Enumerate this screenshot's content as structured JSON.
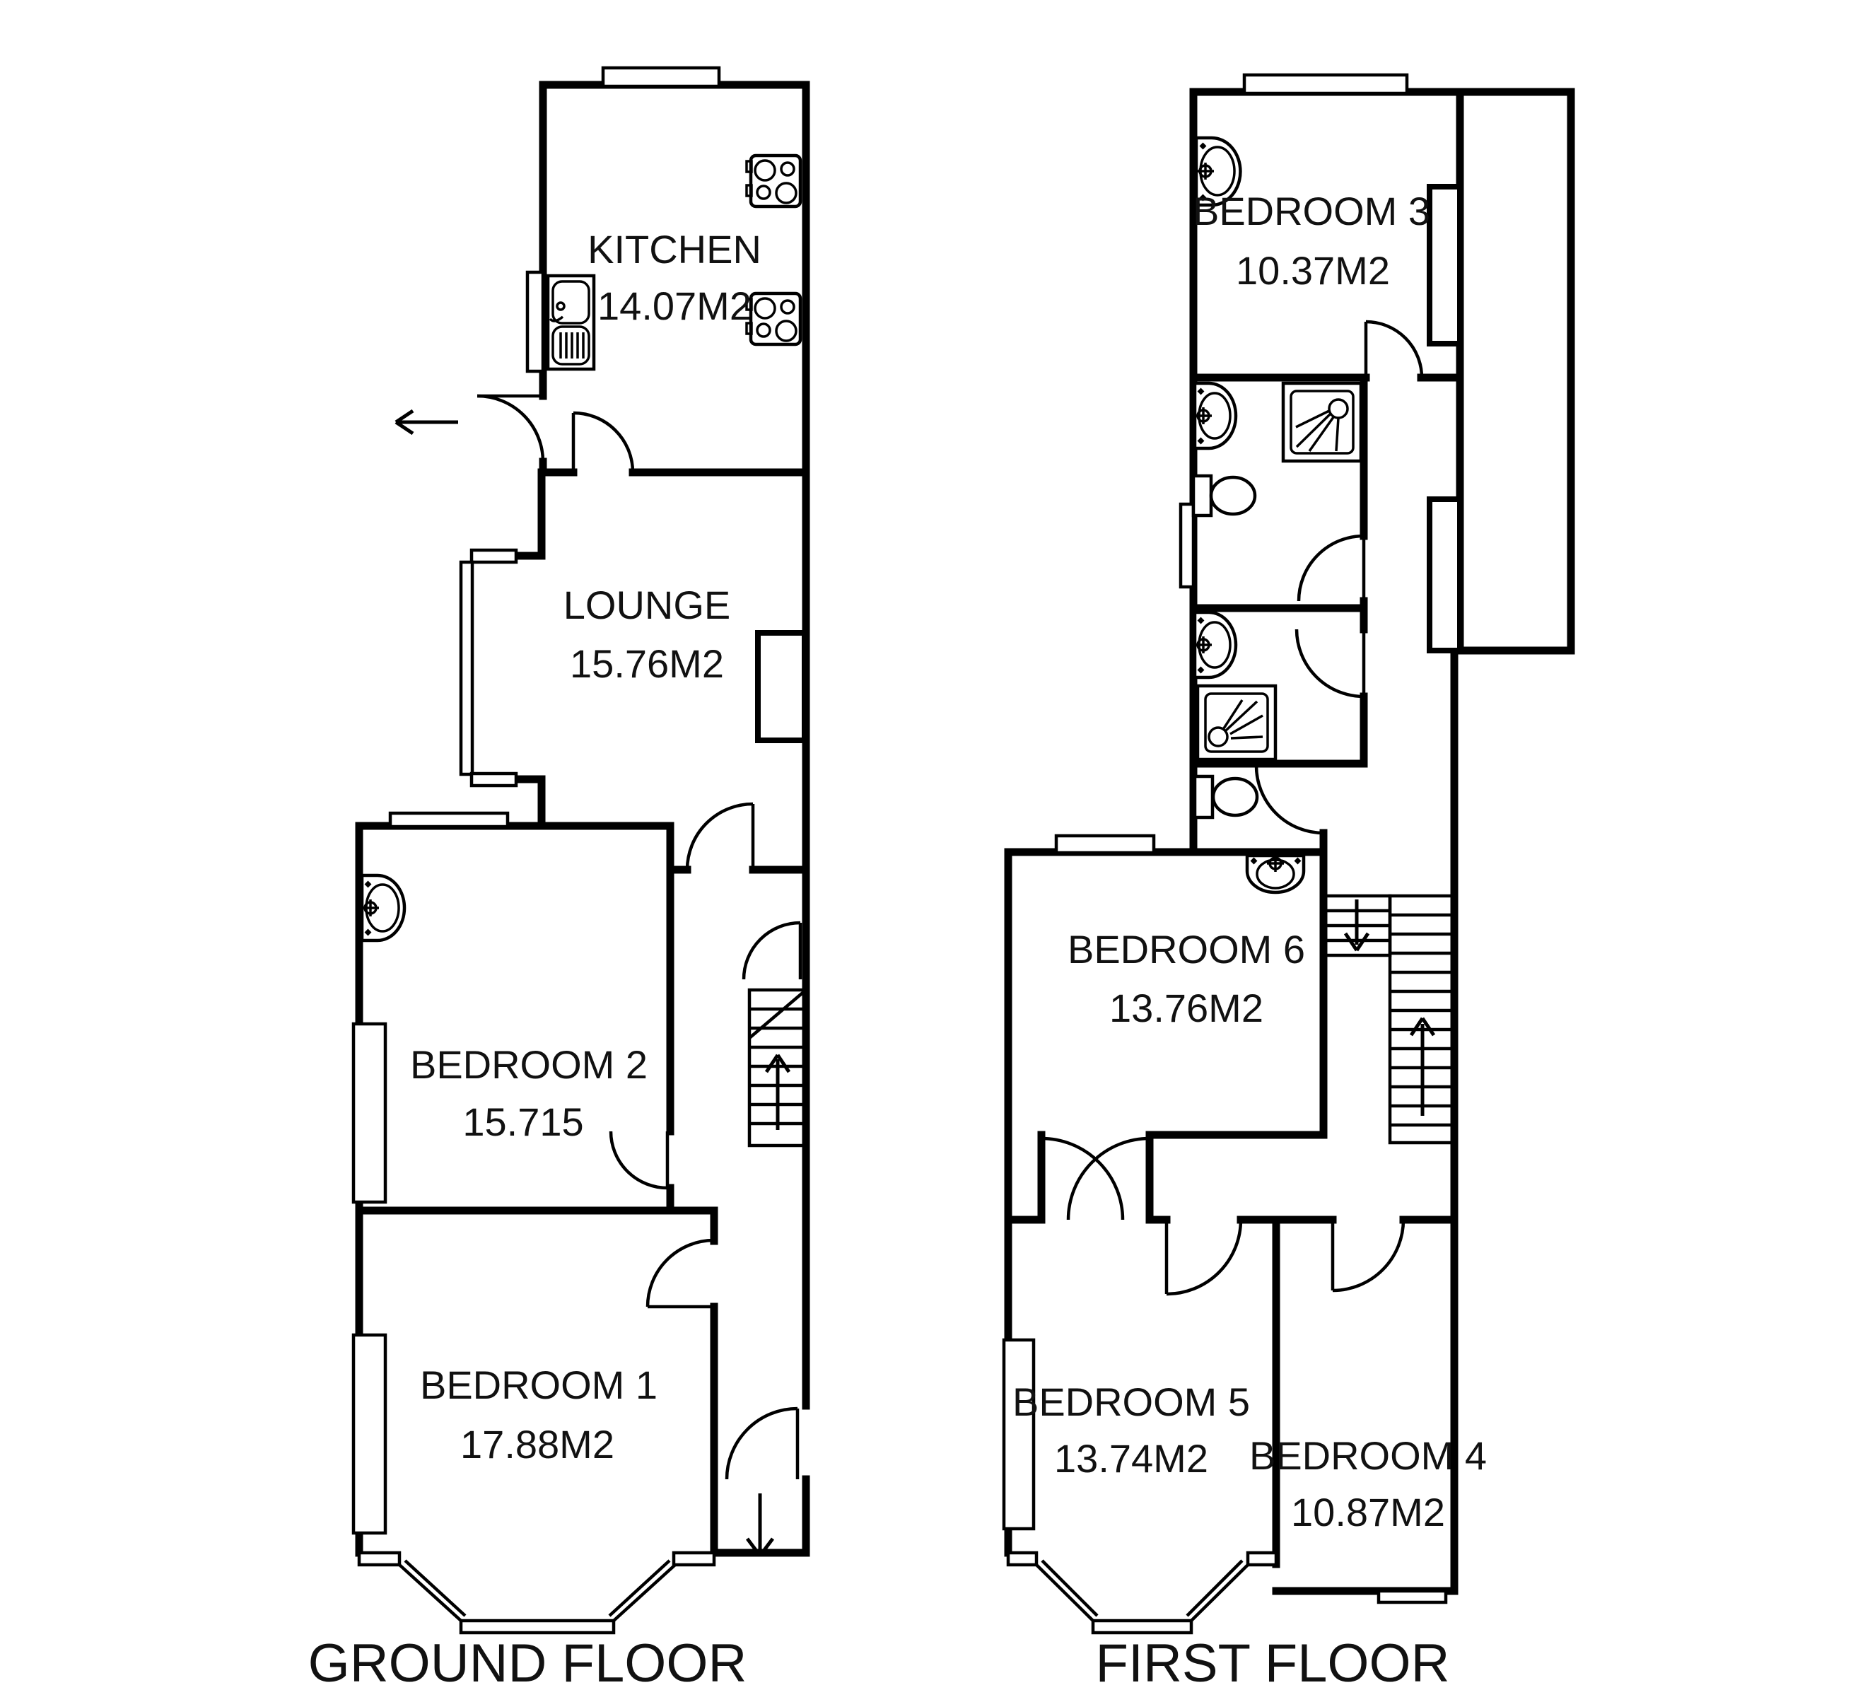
{
  "document": {
    "type": "property-floor-plan",
    "background_color": "#ffffff",
    "line_color": "#000000"
  },
  "floors": [
    {
      "label": "GROUND FLOOR",
      "rooms": [
        {
          "name": "KITCHEN",
          "area": "14.07M2"
        },
        {
          "name": "LOUNGE",
          "area": "15.76M2"
        },
        {
          "name": "BEDROOM 2",
          "area": "15.715"
        },
        {
          "name": "BEDROOM 1",
          "area": "17.88M2"
        }
      ],
      "fixtures": [
        "kitchen-sink",
        "hob",
        "hob",
        "wash-basin"
      ],
      "annotations": [
        "exit-arrow-left",
        "stairs-up-arrow",
        "entry-arrow-down"
      ]
    },
    {
      "label": "FIRST FLOOR",
      "rooms": [
        {
          "name": "BEDROOM 3",
          "area": "10.37M2"
        },
        {
          "name": "BEDROOM 6",
          "area": "13.76M2"
        },
        {
          "name": "BEDROOM 5",
          "area": "13.74M2"
        },
        {
          "name": "BEDROOM 4",
          "area": "10.87M2"
        }
      ],
      "fixtures": [
        "wash-basin",
        "wash-basin",
        "shower",
        "toilet",
        "wash-basin",
        "shower",
        "toilet",
        "wash-basin"
      ],
      "annotations": [
        "stairs-down-arrow",
        "stairs-up-arrow"
      ]
    }
  ]
}
